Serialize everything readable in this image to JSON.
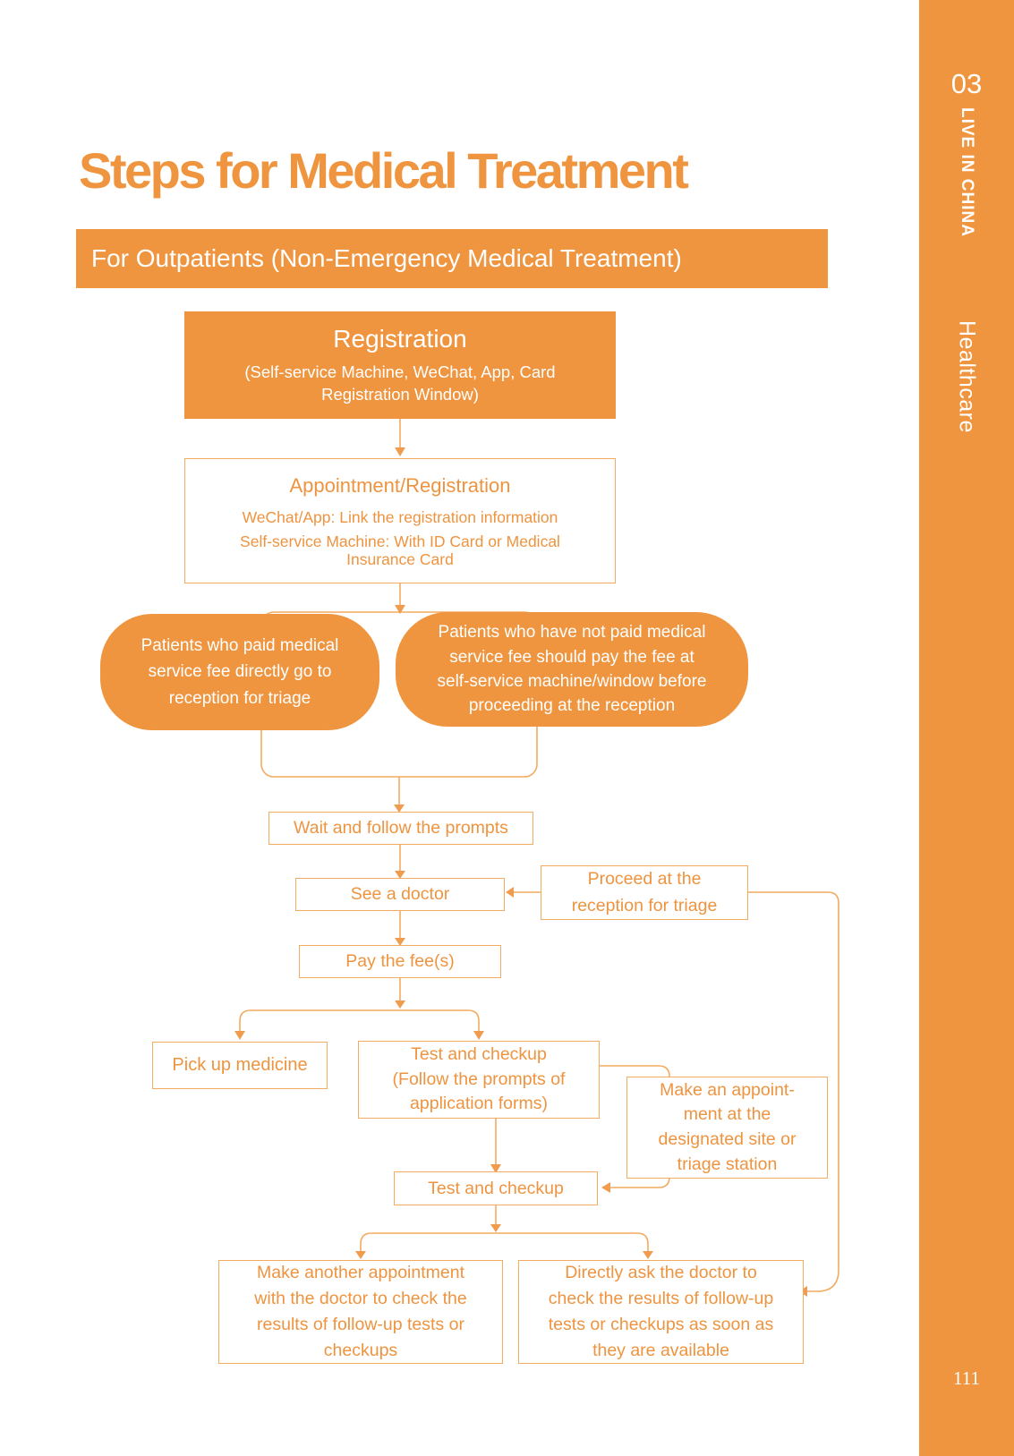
{
  "colors": {
    "accent": "#F0953F",
    "line": "#F3AA61",
    "text_orange": "#EE9440"
  },
  "sidebar": {
    "chapter_number": "03",
    "chapter_label": "LIVE IN CHINA",
    "section_label": "Healthcare",
    "page_number": "111"
  },
  "header": {
    "title": "Steps for Medical Treatment",
    "banner": "For Outpatients (Non-Emergency Medical Treatment)"
  },
  "flowchart": {
    "registration": {
      "title": "Registration",
      "subtitle": "(Self-service Machine, WeChat, App, Card\nRegistration Window)"
    },
    "appointment": {
      "title": "Appointment/Registration",
      "line1": "WeChat/App: Link the registration information",
      "line2": "Self-service Machine: With ID Card or Medical\nInsurance Card"
    },
    "bubble_paid": "Patients who paid medical\nservice fee directly go to\nreception for triage",
    "bubble_not_paid": "Patients who have not paid medical\nservice fee should pay the fee at\nself-service machine/window before\nproceeding at the reception",
    "wait": "Wait and follow the prompts",
    "see_doctor": "See a doctor",
    "proceed_reception": "Proceed at the\nreception for triage",
    "pay_fees": "Pay the fee(s)",
    "pick_up_medicine": "Pick up medicine",
    "test_checkup_forms": "Test and checkup\n(Follow the prompts of\napplication forms)",
    "make_appointment_site": "Make an appoint-\nment at the\ndesignated site or\ntriage station",
    "test_checkup": "Test and checkup",
    "make_another_appointment": "Make another appointment\nwith the doctor to check the\nresults of follow-up tests or\ncheckups",
    "directly_ask_doctor": "Directly ask the doctor to\ncheck the results of follow-up\ntests or checkups as soon as\nthey are available"
  }
}
